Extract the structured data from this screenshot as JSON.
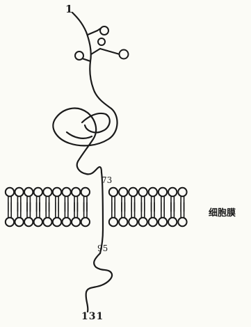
{
  "labels": {
    "n_terminus": "1",
    "membrane_entry": "73",
    "membrane_exit": "95",
    "c_terminus": "131",
    "membrane": "细胞膜"
  },
  "colors": {
    "ink": "#1a1a1a",
    "paper": "#fbfbf6"
  }
}
